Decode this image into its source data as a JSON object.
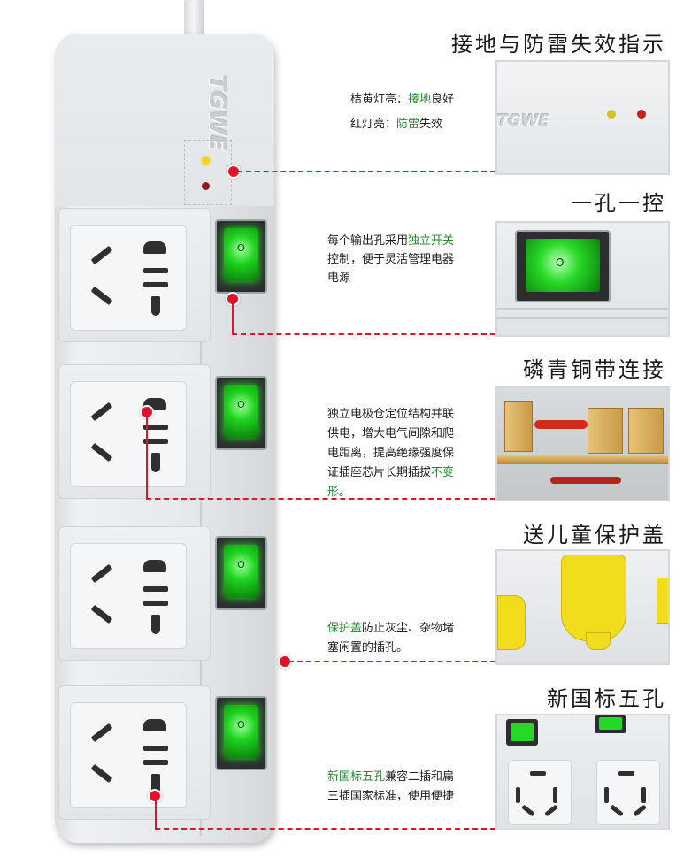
{
  "brand": "TGWE",
  "switch_mark": "O",
  "sections": [
    {
      "title": "接地与防雷失效指示",
      "lines": [
        [
          {
            "t": "桔黄灯亮：",
            "h": false
          },
          {
            "t": "接地",
            "h": true
          },
          {
            "t": "良好",
            "h": false
          }
        ],
        [
          {
            "t": "红灯亮：",
            "h": false
          },
          {
            "t": "防雷",
            "h": true
          },
          {
            "t": "失效",
            "h": false
          }
        ]
      ]
    },
    {
      "title": "一孔一控",
      "lines": [
        [
          {
            "t": "每个输出孔采用",
            "h": false
          },
          {
            "t": "独立开关",
            "h": true
          }
        ],
        [
          {
            "t": "控制，便于灵活管理电器",
            "h": false
          }
        ],
        [
          {
            "t": "电源",
            "h": false
          }
        ]
      ]
    },
    {
      "title": "磷青铜带连接",
      "lines": [
        [
          {
            "t": "独立电极仓定位结构并联",
            "h": false
          }
        ],
        [
          {
            "t": "供电，增大电气间隙和爬",
            "h": false
          }
        ],
        [
          {
            "t": "电距离，提高绝缘强度保",
            "h": false
          }
        ],
        [
          {
            "t": "证插座芯片长期插拔",
            "h": false
          },
          {
            "t": "不变",
            "h": true
          }
        ],
        [
          {
            "t": "形",
            "h": true
          },
          {
            "t": "。",
            "h": false
          }
        ]
      ]
    },
    {
      "title": "送儿童保护盖",
      "lines": [
        [
          {
            "t": "保护盖",
            "h": true
          },
          {
            "t": "防止灰尘、杂物堵",
            "h": false
          }
        ],
        [
          {
            "t": "塞闲置的插孔。",
            "h": false
          }
        ]
      ]
    },
    {
      "title": "新国标五孔",
      "lines": [
        [
          {
            "t": "新国标五孔",
            "h": true
          },
          {
            "t": "兼容二插和扁",
            "h": false
          }
        ],
        [
          {
            "t": "三插国家标准，使用便捷",
            "h": false
          }
        ]
      ]
    }
  ],
  "colors": {
    "accent": "#e3122b",
    "highlight": "#1f8a2a",
    "led_yellow": "#f2d21a",
    "led_red": "#d9231a",
    "switch_green": "#1ed21e"
  }
}
